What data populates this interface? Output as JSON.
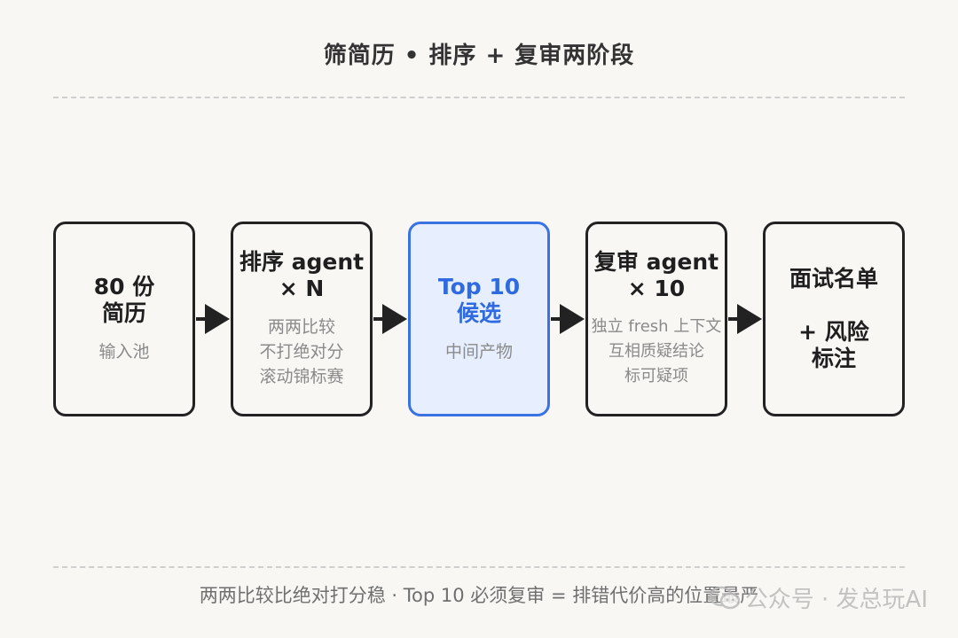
{
  "title": "筛简历 • 排序 + 复审两阶段",
  "steps": [
    {
      "title": "80 份\n简历",
      "sub": "输入池"
    },
    {
      "title": "排序 agent\n× N",
      "sub": "两两比较\n不打绝对分\n滚动锦标赛"
    },
    {
      "title": "Top 10\n候选",
      "sub": "中间产物"
    },
    {
      "title": "复审 agent\n× 10",
      "sub": "独立 fresh 上下文\n互相质疑结论\n标可疑项"
    },
    {
      "title": "面试名单\n\n+ 风险\n标注",
      "sub": ""
    }
  ],
  "footer": "两两比较比绝对打分稳 · Top 10 必须复审 = 排错代价高的位置最严",
  "watermark": "公众号 · 发总玩AI",
  "colors": {
    "highlight_border": "#3a72e6",
    "highlight_fill": "#e7efff",
    "border": "#222222"
  }
}
